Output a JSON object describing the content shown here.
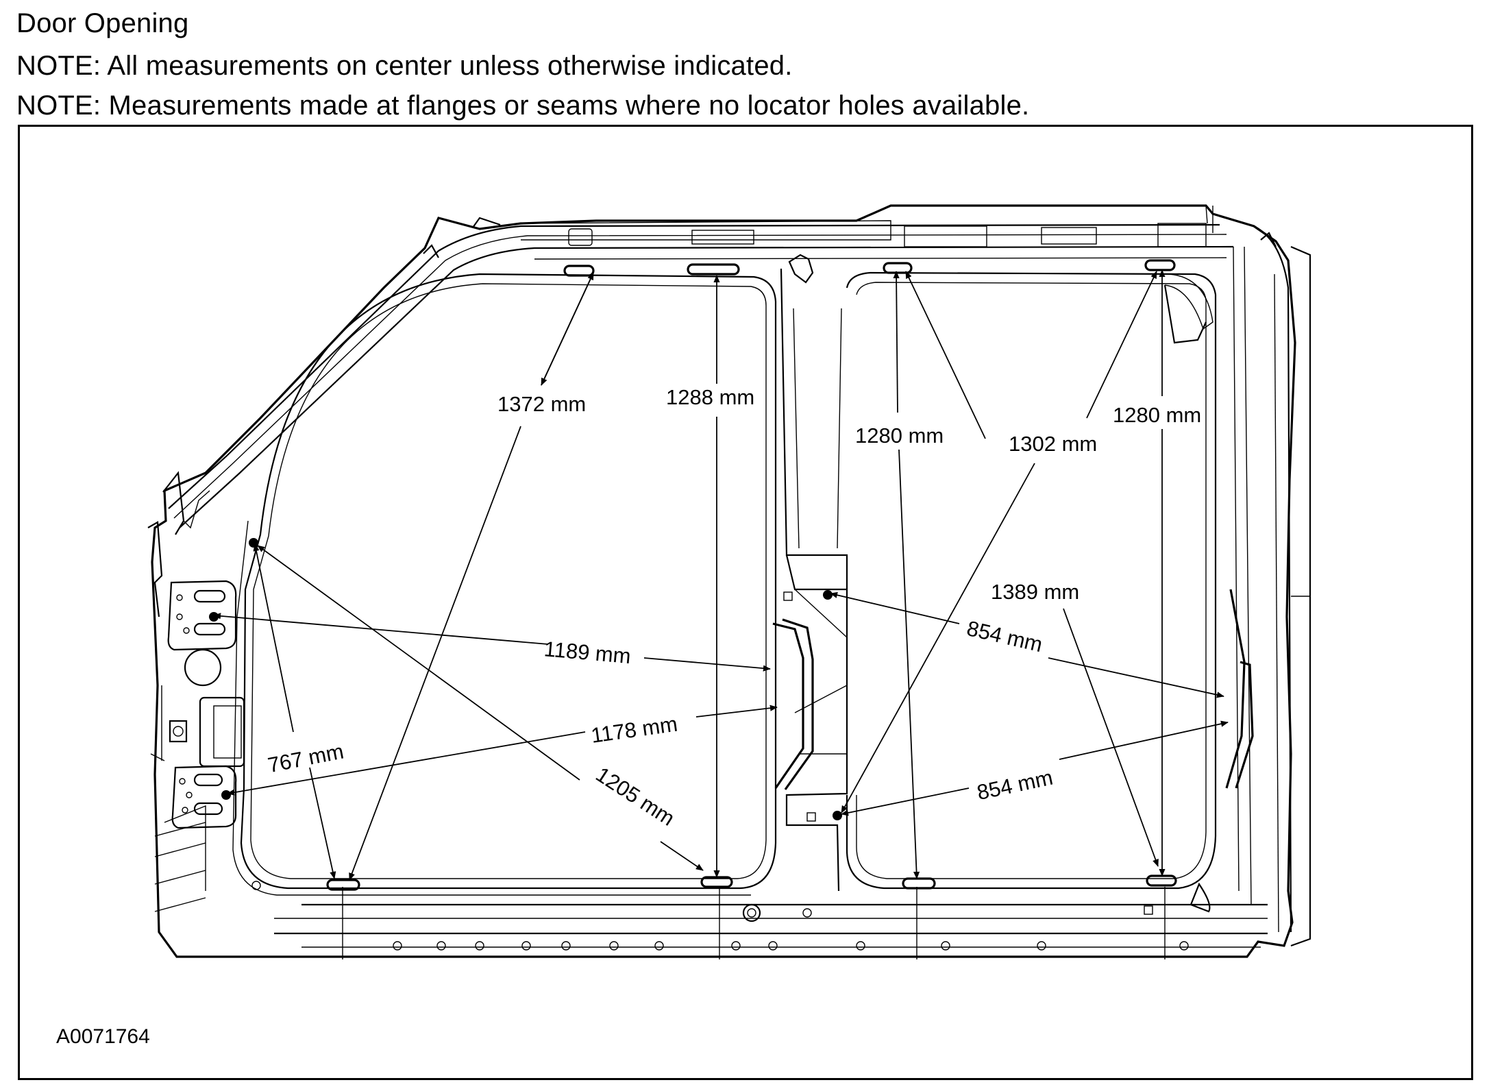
{
  "header": {
    "title": "Door Opening",
    "note1": "NOTE: All measurements on center unless otherwise indicated.",
    "note2": "NOTE: Measurements made at flanges or seams where no locator holes available."
  },
  "diagram": {
    "code": "A0071764",
    "measurements": [
      {
        "id": "m1372",
        "label": "1372 mm"
      },
      {
        "id": "m1288",
        "label": "1288 mm"
      },
      {
        "id": "m1280a",
        "label": "1280 mm"
      },
      {
        "id": "m1302",
        "label": "1302 mm"
      },
      {
        "id": "m1280b",
        "label": "1280 mm"
      },
      {
        "id": "m1389",
        "label": "1389 mm"
      },
      {
        "id": "m1189",
        "label": "1189 mm"
      },
      {
        "id": "m854a",
        "label": "854 mm"
      },
      {
        "id": "m1178",
        "label": "1178 mm"
      },
      {
        "id": "m767",
        "label": "767 mm"
      },
      {
        "id": "m1205",
        "label": "1205 mm"
      },
      {
        "id": "m854b",
        "label": "854 mm"
      }
    ]
  }
}
